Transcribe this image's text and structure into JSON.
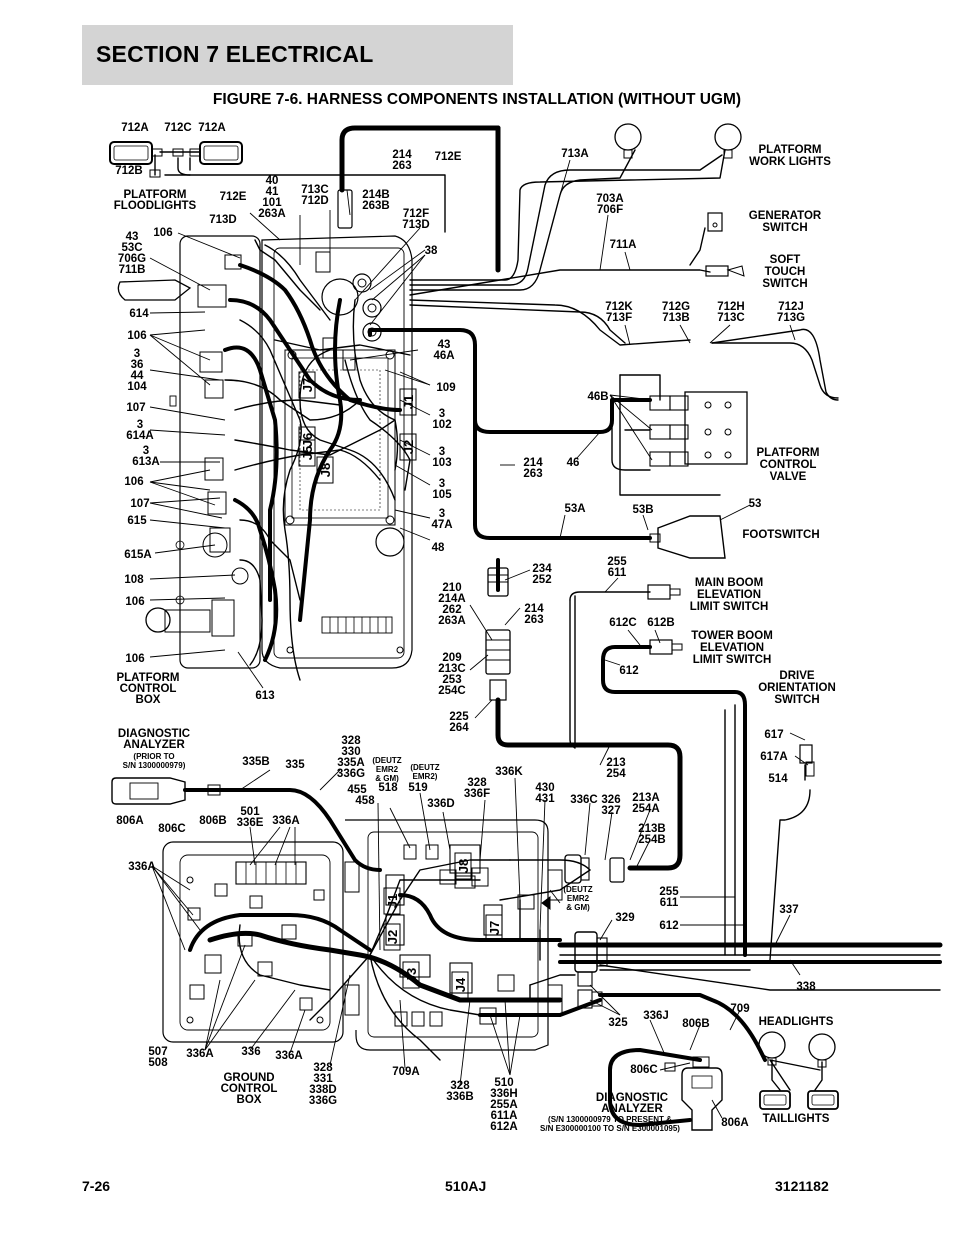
{
  "header": {
    "section": "SECTION 7   ELECTRICAL",
    "figure_title": "FIGURE 7-6. HARNESS COMPONENTS INSTALLATION (WITHOUT UGM)"
  },
  "labels": {
    "platform_floodlights": [
      "PLATFORM",
      "FLOODLIGHTS"
    ],
    "platform_work_lights": [
      "PLATFORM",
      "WORK LIGHTS"
    ],
    "generator_switch": [
      "GENERATOR",
      "SWITCH"
    ],
    "soft_touch_switch": [
      "SOFT",
      "TOUCH",
      "SWITCH"
    ],
    "platform_control_valve": [
      "PLATFORM",
      "CONTROL",
      "VALVE"
    ],
    "footswitch": [
      "FOOTSWITCH"
    ],
    "main_boom_switch": [
      "MAIN BOOM",
      "ELEVATION",
      "LIMIT SWITCH"
    ],
    "tower_boom_switch": [
      "TOWER BOOM",
      "ELEVATION",
      "LIMIT SWITCH"
    ],
    "drive_orientation_switch": [
      "DRIVE",
      "ORIENTATION",
      "SWITCH"
    ],
    "platform_control_box": [
      "PLATFORM",
      "CONTROL",
      "BOX"
    ],
    "diagnostic_analyzer_top": [
      "DIAGNOSTIC",
      "ANALYZER"
    ],
    "diagnostic_prior": [
      "(PRIOR TO",
      "S/N 1300000979)"
    ],
    "ground_control_box": [
      "GROUND",
      "CONTROL",
      "BOX"
    ],
    "diagnostic_analyzer_bottom": [
      "DIAGNOSTIC",
      "ANALYZER"
    ],
    "diagnostic_sn": [
      "(S/N 1300000979 TO PRESENT &",
      "S/N E300000100 TO S/N E300001095)"
    ],
    "headlights": [
      "HEADLIGHTS"
    ],
    "taillights": [
      "TAILLIGHTS"
    ],
    "deutz_1": [
      "(DEUTZ",
      "EMR2",
      "& GM)"
    ],
    "deutz_2": [
      "(DEUTZ",
      "EMR2)"
    ],
    "deutz_3": [
      "(DEUTZ",
      "EMR2",
      "& GM)"
    ]
  },
  "connectors": {
    "upper_box": [
      "J7",
      "J1",
      "J6",
      "J2",
      "J5",
      "J8"
    ],
    "ground_box": [
      "J8",
      "J1",
      "J7",
      "J2",
      "J3",
      "J4"
    ]
  },
  "wire_labels": {
    "w712a_l": [
      "712A"
    ],
    "w712c": [
      "712C"
    ],
    "w712a_r": [
      "712A"
    ],
    "w712b": [
      "712B"
    ],
    "w214_263_top": [
      "214",
      "263"
    ],
    "w712e_top": [
      "712E"
    ],
    "w712e_left": [
      "712E"
    ],
    "w713a": [
      "713A"
    ],
    "w40_group": [
      "40",
      "41",
      "101",
      "263A"
    ],
    "w713c_712d": [
      "713C",
      "712D"
    ],
    "w214b_263b": [
      "214B",
      "263B"
    ],
    "w712f_713d": [
      "712F",
      "713D"
    ],
    "w713d_left": [
      "713D"
    ],
    "w703a_706f": [
      "703A",
      "706F"
    ],
    "w106_a": [
      "106"
    ],
    "w43_group": [
      "43",
      "53C",
      "706G",
      "711B"
    ],
    "w38": [
      "38"
    ],
    "w711a": [
      "711A"
    ],
    "w614": [
      "614"
    ],
    "w712k_713f": [
      "712K",
      "713F"
    ],
    "w712g_713b": [
      "712G",
      "713B"
    ],
    "w712h_713c": [
      "712H",
      "713C"
    ],
    "w712j_713g": [
      "712J",
      "713G"
    ],
    "w106_b": [
      "106"
    ],
    "w3_36_44_104": [
      "3",
      "36",
      "44",
      "104"
    ],
    "w43_46a": [
      "43",
      "46A"
    ],
    "w109": [
      "109"
    ],
    "w46b": [
      "46B"
    ],
    "w107_a": [
      "107"
    ],
    "w3_614a": [
      "3",
      "614A"
    ],
    "w3_102": [
      "3",
      "102"
    ],
    "w3_613a": [
      "3",
      "613A"
    ],
    "w3_103": [
      "3",
      "103"
    ],
    "w214_263_mid": [
      "214",
      "263"
    ],
    "w46": [
      "46"
    ],
    "w106_c": [
      "106"
    ],
    "w3_105": [
      "3",
      "105"
    ],
    "w107_b": [
      "107"
    ],
    "w53": [
      "53"
    ],
    "w53a": [
      "53A"
    ],
    "w53b": [
      "53B"
    ],
    "w615": [
      "615"
    ],
    "w3_47a": [
      "3",
      "47A"
    ],
    "w48": [
      "48"
    ],
    "w615a": [
      "615A"
    ],
    "w234_252": [
      "234",
      "252"
    ],
    "w255_611_top": [
      "255",
      "611"
    ],
    "w108": [
      "108"
    ],
    "w210_group": [
      "210",
      "214A",
      "262",
      "263A"
    ],
    "w214_263_low": [
      "214",
      "263"
    ],
    "w106_d": [
      "106"
    ],
    "w612c": [
      "612C"
    ],
    "w612b": [
      "612B"
    ],
    "w106_e": [
      "106"
    ],
    "w209_group": [
      "209",
      "213C",
      "253",
      "254C"
    ],
    "w612": [
      "612"
    ],
    "w613": [
      "613"
    ],
    "w225_264": [
      "225",
      "264"
    ],
    "w617": [
      "617"
    ],
    "w617a": [
      "617A"
    ],
    "w514": [
      "514"
    ],
    "w328_group": [
      "328",
      "330",
      "335A",
      "336G"
    ],
    "w335b": [
      "335B"
    ],
    "w335": [
      "335"
    ],
    "w213_254": [
      "213",
      "254"
    ],
    "w455": [
      "455"
    ],
    "w518": [
      "518"
    ],
    "w519": [
      "519"
    ],
    "w336k": [
      "336K"
    ],
    "w458": [
      "458"
    ],
    "w328_336f": [
      "328",
      "336F"
    ],
    "w430_431": [
      "430",
      "431"
    ],
    "w806a_top": [
      "806A"
    ],
    "w806c_top": [
      "806C"
    ],
    "w806b_top": [
      "806B"
    ],
    "w501_336e": [
      "501",
      "336E"
    ],
    "w336a_top": [
      "336A"
    ],
    "w336d": [
      "336D"
    ],
    "w336c": [
      "336C"
    ],
    "w326_327": [
      "326",
      "327"
    ],
    "w213a_254a": [
      "213A",
      "254A"
    ],
    "w213b_254b": [
      "213B",
      "254B"
    ],
    "w336a_left": [
      "336A"
    ],
    "w255_611_mid": [
      "255",
      "611"
    ],
    "w612_mid": [
      "612"
    ],
    "w337": [
      "337"
    ],
    "w329": [
      "329"
    ],
    "w338": [
      "338"
    ],
    "w709": [
      "709"
    ],
    "w336j": [
      "336J"
    ],
    "w806b_bot": [
      "806B"
    ],
    "w325": [
      "325"
    ],
    "w507_508": [
      "507",
      "508"
    ],
    "w336a_b1": [
      "336A"
    ],
    "w336": [
      "336"
    ],
    "w336a_b2": [
      "336A"
    ],
    "w328_331": [
      "328",
      "331",
      "338D",
      "336G"
    ],
    "w709a": [
      "709A"
    ],
    "w328_336b": [
      "328",
      "336B"
    ],
    "w510_group": [
      "510",
      "336H",
      "255A",
      "611A",
      "612A"
    ],
    "w806c_bot": [
      "806C"
    ],
    "w806a_bot": [
      "806A"
    ]
  },
  "footer": {
    "page": "7-26",
    "model": "510AJ",
    "doc_number": "3121182"
  }
}
